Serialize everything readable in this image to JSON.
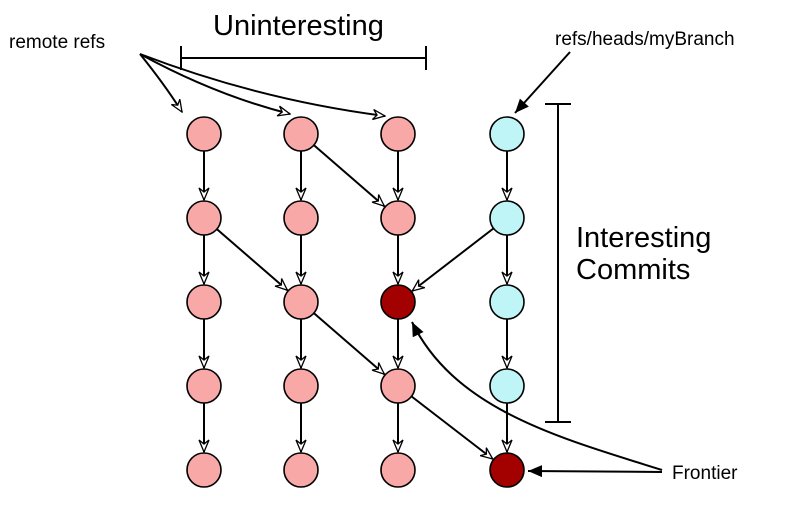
{
  "labels": {
    "remote_refs": "remote refs",
    "uninteresting": "Uninteresting",
    "my_branch_ref": "refs/heads/myBranch",
    "interesting_line1": "Interesting",
    "interesting_line2": "Commits",
    "frontier": "Frontier"
  },
  "colors": {
    "uninteresting_node": "#f9a8a8",
    "interesting_node": "#bff5f7",
    "frontier_node": "#a30000",
    "line": "#000000",
    "background": "#ffffff"
  },
  "graph": {
    "nodes": [
      {
        "id": "c0r0",
        "kind": "uninteresting"
      },
      {
        "id": "c0r1",
        "kind": "uninteresting"
      },
      {
        "id": "c0r2",
        "kind": "uninteresting"
      },
      {
        "id": "c0r3",
        "kind": "uninteresting"
      },
      {
        "id": "c0r4",
        "kind": "uninteresting"
      },
      {
        "id": "c1r0",
        "kind": "uninteresting"
      },
      {
        "id": "c1r1",
        "kind": "uninteresting"
      },
      {
        "id": "c1r2",
        "kind": "uninteresting"
      },
      {
        "id": "c1r3",
        "kind": "uninteresting"
      },
      {
        "id": "c1r4",
        "kind": "uninteresting"
      },
      {
        "id": "c2r0",
        "kind": "uninteresting"
      },
      {
        "id": "c2r1",
        "kind": "uninteresting"
      },
      {
        "id": "c2r2",
        "kind": "frontier"
      },
      {
        "id": "c2r3",
        "kind": "uninteresting"
      },
      {
        "id": "c2r4",
        "kind": "uninteresting"
      },
      {
        "id": "c3r0",
        "kind": "interesting"
      },
      {
        "id": "c3r1",
        "kind": "interesting"
      },
      {
        "id": "c3r2",
        "kind": "interesting"
      },
      {
        "id": "c3r3",
        "kind": "interesting"
      },
      {
        "id": "c3r4",
        "kind": "frontier"
      }
    ],
    "edges": [
      {
        "from": "c0r0",
        "to": "c0r1"
      },
      {
        "from": "c0r1",
        "to": "c0r2"
      },
      {
        "from": "c0r2",
        "to": "c0r3"
      },
      {
        "from": "c0r3",
        "to": "c0r4"
      },
      {
        "from": "c1r0",
        "to": "c1r1"
      },
      {
        "from": "c1r1",
        "to": "c1r2"
      },
      {
        "from": "c1r2",
        "to": "c1r3"
      },
      {
        "from": "c1r3",
        "to": "c1r4"
      },
      {
        "from": "c2r0",
        "to": "c2r1"
      },
      {
        "from": "c2r1",
        "to": "c2r2"
      },
      {
        "from": "c2r2",
        "to": "c2r3"
      },
      {
        "from": "c2r3",
        "to": "c2r4"
      },
      {
        "from": "c3r0",
        "to": "c3r1"
      },
      {
        "from": "c3r1",
        "to": "c3r2"
      },
      {
        "from": "c3r2",
        "to": "c3r3"
      },
      {
        "from": "c3r3",
        "to": "c3r4"
      },
      {
        "from": "c1r0",
        "to": "c2r1"
      },
      {
        "from": "c0r1",
        "to": "c1r2"
      },
      {
        "from": "c3r1",
        "to": "c2r2"
      },
      {
        "from": "c1r2",
        "to": "c2r3"
      },
      {
        "from": "c2r3",
        "to": "c3r4"
      }
    ]
  }
}
